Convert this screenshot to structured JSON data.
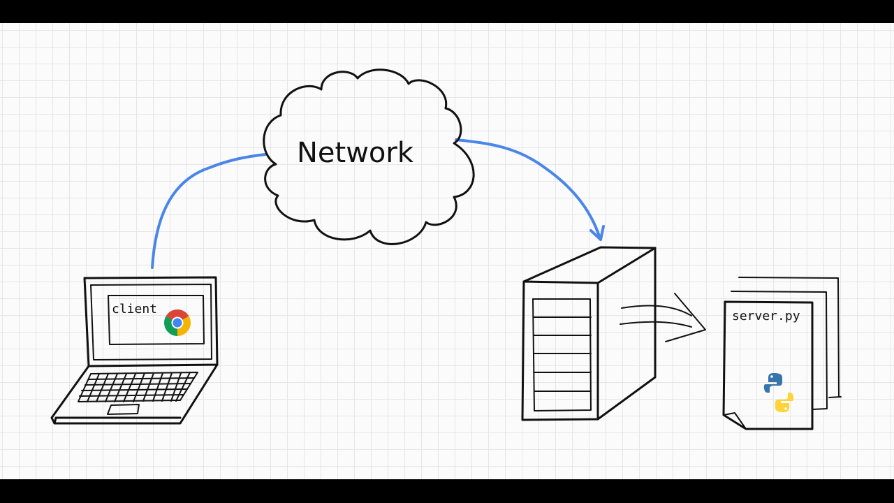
{
  "diagram": {
    "cloud_label": "Network",
    "client_label": "client",
    "server_file_label": "server.py"
  },
  "icons": {
    "browser": "chrome-icon",
    "language": "python-icon"
  },
  "colors": {
    "arrow": "#4a86e8",
    "ink": "#111111",
    "background": "#fbfbfb",
    "grid": "#e6e6e6",
    "chrome_red": "#db4437",
    "chrome_yellow": "#f4b400",
    "chrome_green": "#0f9d58",
    "chrome_blue": "#4285f4",
    "python_blue": "#3776ab",
    "python_yellow": "#ffd43b"
  }
}
